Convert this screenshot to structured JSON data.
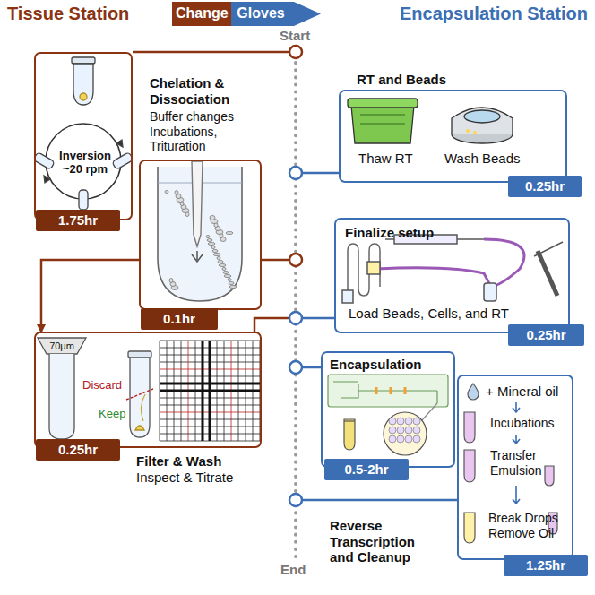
{
  "diagram": {
    "nodes": [
      {
        "text": [
          "Change",
          "Gloves"
        ]
      },
      {
        "text": [
          "Inversion ~20 rpm"
        ]
      },
      {
        "text": [
          "1.75hr"
        ],
        "in": 1
      },
      {
        "text": [
          "Chelation & Dissociation",
          "Buffer changes Incubations, Trituration"
        ]
      },
      {
        "text": [
          "0.1hr"
        ],
        "in": 3
      },
      {
        "text": [
          "70μm",
          "Discard",
          "Keep",
          "Filter & Wash",
          "Inspect & Titrate"
        ]
      },
      {
        "text": [
          "0.25hr"
        ],
        "in": 5
      },
      {
        "text": [
          "RT and Beads",
          "Thaw RT",
          "Wash Beads"
        ]
      },
      {
        "text": [
          "0.25hr"
        ],
        "in": 7
      },
      {
        "text": [
          "Finalize setup",
          "Load Beads, Cells, and RT"
        ]
      },
      {
        "text": [
          "0.25hr"
        ],
        "in": 9
      },
      {
        "text": [
          "Encapsulation"
        ]
      },
      {
        "text": [
          "0.5-2hr"
        ],
        "in": 11
      },
      {
        "text": [
          "+ Mineral oil",
          "Incubations",
          "Transfer Emulsion",
          "Break Drops Remove Oil",
          "Reverse Transcription and Cleanup"
        ]
      },
      {
        "text": [
          "1.25hr"
        ],
        "in": 13
      }
    ],
    "edges": [
      {
        "from": 3,
        "to": 5,
        "arrow": "to"
      }
    ],
    "labels": [
      "Tissue Station",
      "Encapsulation Station",
      "Start",
      "End"
    ]
  }
}
